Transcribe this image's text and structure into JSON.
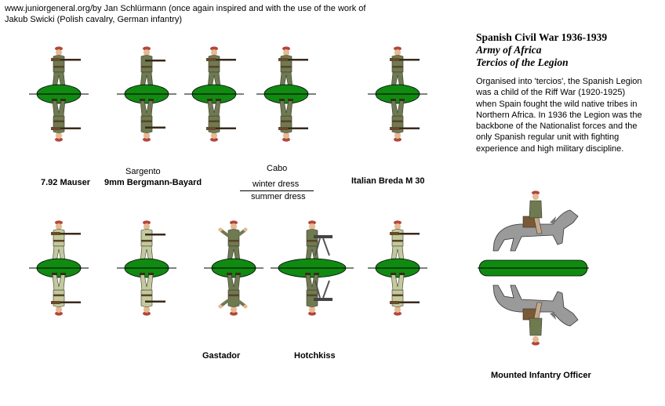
{
  "credit": {
    "line1": "www.juniorgeneral.org/by Jan Schlürmann (once again inspired and with the use of the work of",
    "line2": "Jakub Swicki (Polish cavalry, German infantry)"
  },
  "title": {
    "line1": "Spanish Civil War 1936-1939",
    "line2": "Army of Africa",
    "line3": "Tercios of the Legion"
  },
  "description": "Organised into 'tercios', the Spanish Legion was a child of the Riff War (1920-1925) when Spain fought the wild native tribes in Northern Africa. In 1936 the Legion was the backbone of the Nationalist forces and the only Spanish regular unit with fighting experience and high military discipline.",
  "labels": {
    "mauser": "7.92 Mauser",
    "sargento": "Sargento",
    "bergmann": "9mm Bergmann-Bayard",
    "cabo": "Cabo",
    "winter": "winter dress",
    "summer": "summer dress",
    "breda": "Italian Breda M 30",
    "gastador": "Gastador",
    "hotchkiss": "Hotchkiss",
    "officer": "Mounted Infantry Officer"
  },
  "colors": {
    "base_green": "#118a11",
    "winter_uniform": "#6f7a4e",
    "summer_uniform": "#c3c99a",
    "cap_red": "#b5453a",
    "skin": "#e8b98f",
    "horse_grey": "#9a9a9a"
  }
}
